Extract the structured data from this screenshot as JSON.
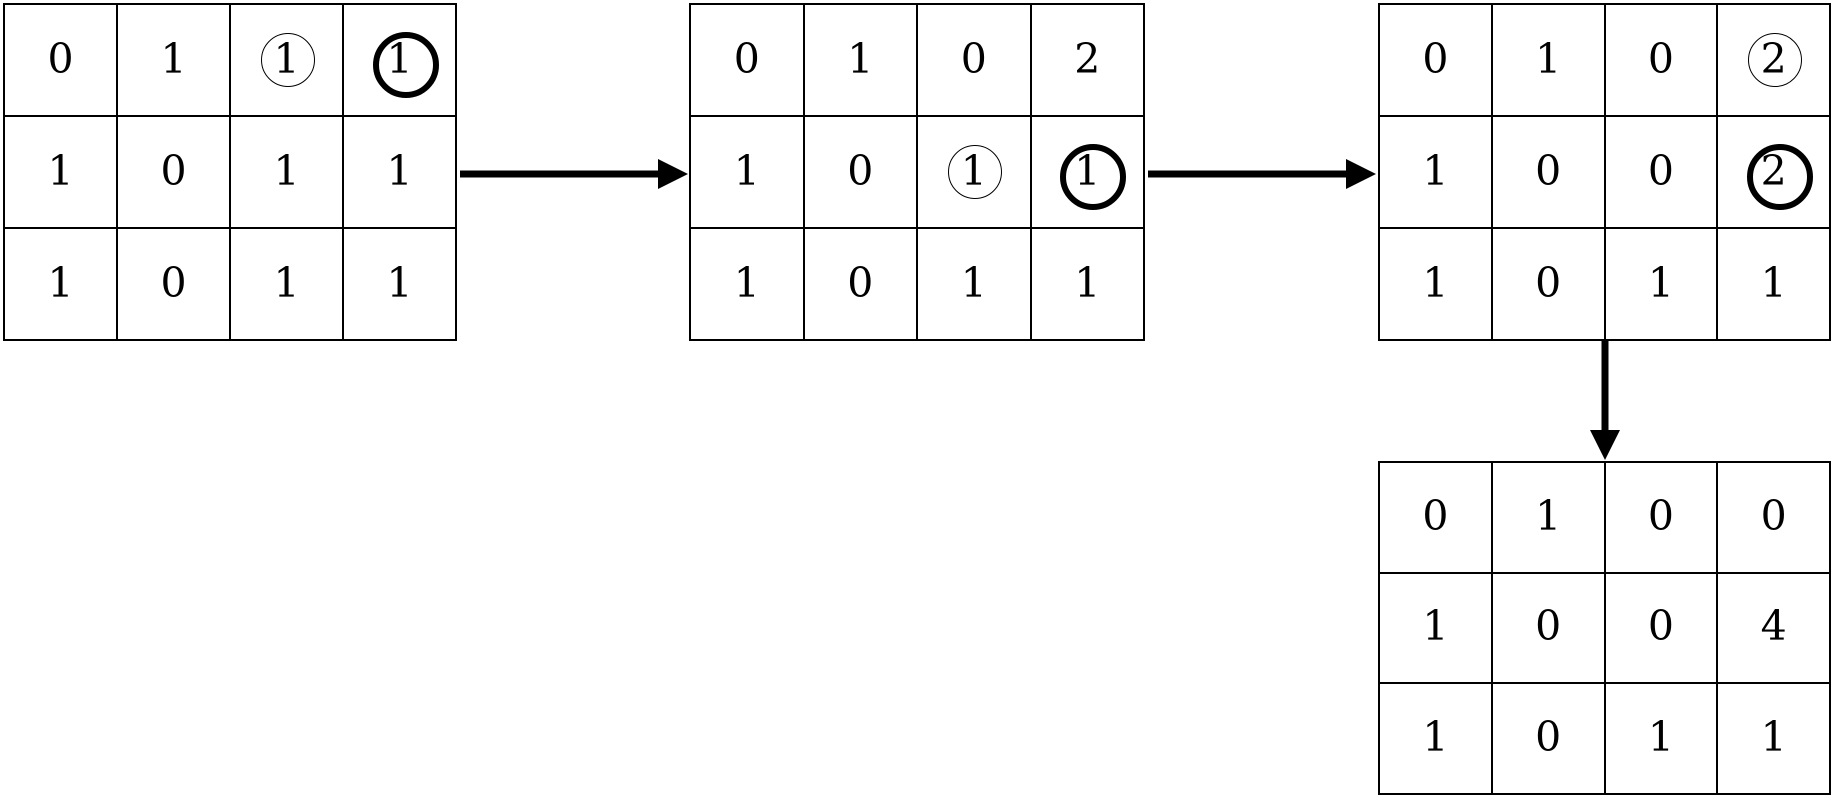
{
  "diagram": {
    "title": "Matrix transformation sequence",
    "stroke_color": "#000000",
    "background_color": "#ffffff",
    "grid_rows": 3,
    "grid_cols": 4,
    "annotations": {
      "thin_circle": "thin-circle-highlight",
      "bold_circle": "bold-circle-highlight"
    },
    "grids": [
      {
        "id": "grid-1",
        "name": "matrix-step-1",
        "rows": [
          [
            {
              "value": "0",
              "mark": "none"
            },
            {
              "value": "1",
              "mark": "none"
            },
            {
              "value": "1",
              "mark": "thin"
            },
            {
              "value": "1",
              "mark": "bold"
            }
          ],
          [
            {
              "value": "1",
              "mark": "none"
            },
            {
              "value": "0",
              "mark": "none"
            },
            {
              "value": "1",
              "mark": "none"
            },
            {
              "value": "1",
              "mark": "none"
            }
          ],
          [
            {
              "value": "1",
              "mark": "none"
            },
            {
              "value": "0",
              "mark": "none"
            },
            {
              "value": "1",
              "mark": "none"
            },
            {
              "value": "1",
              "mark": "none"
            }
          ]
        ]
      },
      {
        "id": "grid-2",
        "name": "matrix-step-2",
        "rows": [
          [
            {
              "value": "0",
              "mark": "none"
            },
            {
              "value": "1",
              "mark": "none"
            },
            {
              "value": "0",
              "mark": "none"
            },
            {
              "value": "2",
              "mark": "none"
            }
          ],
          [
            {
              "value": "1",
              "mark": "none"
            },
            {
              "value": "0",
              "mark": "none"
            },
            {
              "value": "1",
              "mark": "thin"
            },
            {
              "value": "1",
              "mark": "bold"
            }
          ],
          [
            {
              "value": "1",
              "mark": "none"
            },
            {
              "value": "0",
              "mark": "none"
            },
            {
              "value": "1",
              "mark": "none"
            },
            {
              "value": "1",
              "mark": "none"
            }
          ]
        ]
      },
      {
        "id": "grid-3",
        "name": "matrix-step-3",
        "rows": [
          [
            {
              "value": "0",
              "mark": "none"
            },
            {
              "value": "1",
              "mark": "none"
            },
            {
              "value": "0",
              "mark": "none"
            },
            {
              "value": "2",
              "mark": "thin"
            }
          ],
          [
            {
              "value": "1",
              "mark": "none"
            },
            {
              "value": "0",
              "mark": "none"
            },
            {
              "value": "0",
              "mark": "none"
            },
            {
              "value": "2",
              "mark": "bold"
            }
          ],
          [
            {
              "value": "1",
              "mark": "none"
            },
            {
              "value": "0",
              "mark": "none"
            },
            {
              "value": "1",
              "mark": "none"
            },
            {
              "value": "1",
              "mark": "none"
            }
          ]
        ]
      },
      {
        "id": "grid-4",
        "name": "matrix-step-4",
        "rows": [
          [
            {
              "value": "0",
              "mark": "none"
            },
            {
              "value": "1",
              "mark": "none"
            },
            {
              "value": "0",
              "mark": "none"
            },
            {
              "value": "0",
              "mark": "none"
            }
          ],
          [
            {
              "value": "1",
              "mark": "none"
            },
            {
              "value": "0",
              "mark": "none"
            },
            {
              "value": "0",
              "mark": "none"
            },
            {
              "value": "4",
              "mark": "none"
            }
          ],
          [
            {
              "value": "1",
              "mark": "none"
            },
            {
              "value": "0",
              "mark": "none"
            },
            {
              "value": "1",
              "mark": "none"
            },
            {
              "value": "1",
              "mark": "none"
            }
          ]
        ]
      }
    ],
    "arrows": [
      {
        "id": "arrow-1",
        "name": "arrow-step1-to-step2",
        "direction": "right",
        "from": "grid-1",
        "to": "grid-2"
      },
      {
        "id": "arrow-2",
        "name": "arrow-step2-to-step3",
        "direction": "right",
        "from": "grid-2",
        "to": "grid-3"
      },
      {
        "id": "arrow-3",
        "name": "arrow-step3-to-step4",
        "direction": "down",
        "from": "grid-3",
        "to": "grid-4"
      }
    ]
  }
}
